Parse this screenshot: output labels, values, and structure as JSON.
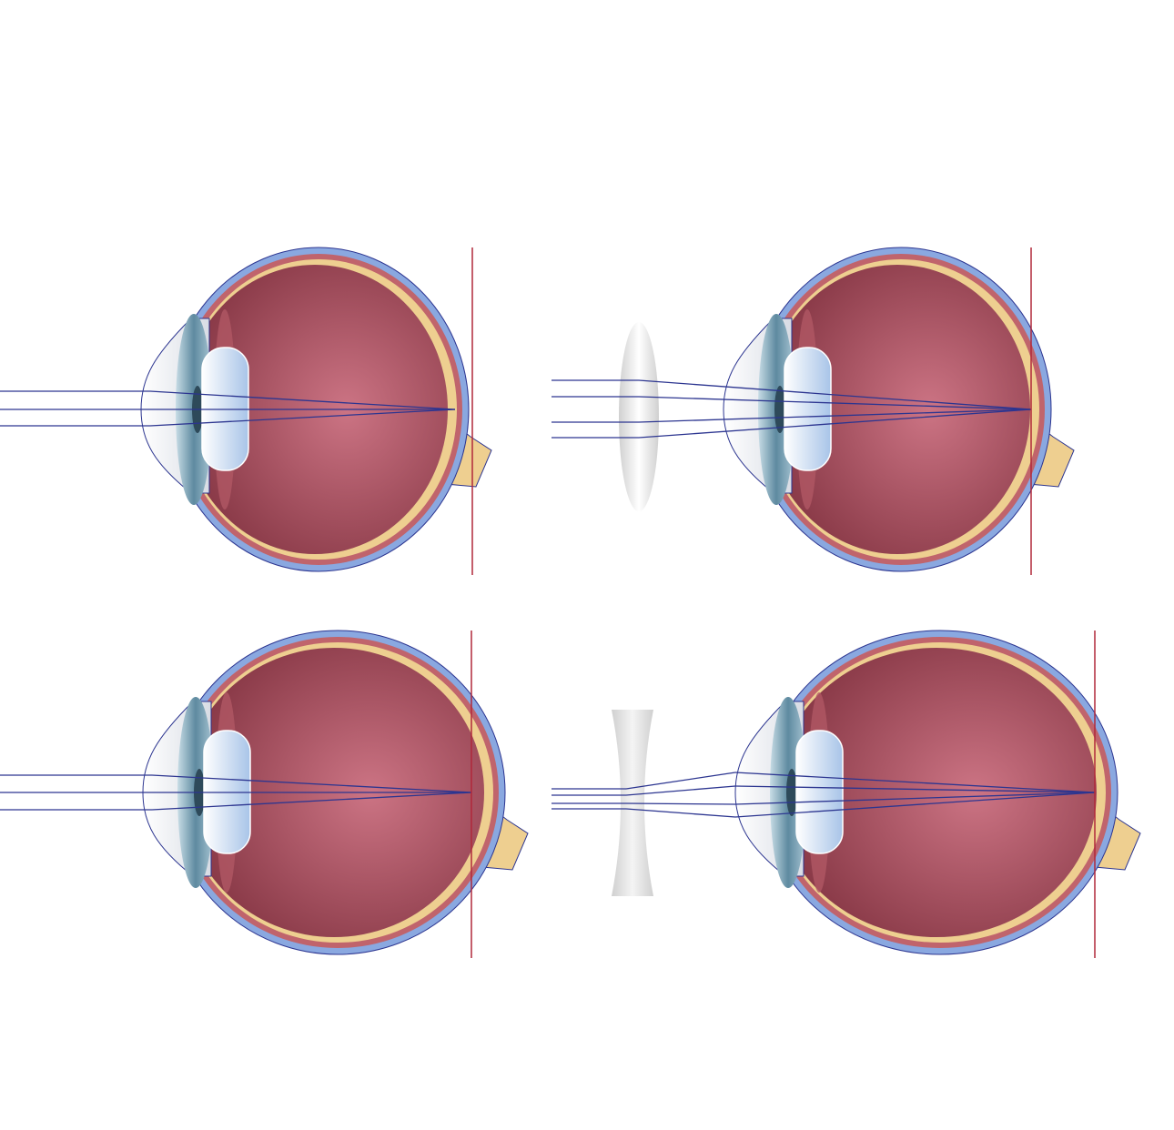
{
  "colors": {
    "sclera": "#8aa8e0",
    "outline": "#2c3590",
    "choroid": "#c0646c",
    "retina": "#eecf90",
    "vitreous_center": "#cc7484",
    "vitreous_edge": "#8a3a48",
    "iris": "#5e8aa0",
    "lens_light": "#ffffff",
    "lens_dark": "#a8c4e8",
    "ray": "#2c3590",
    "retina_marker": "#b0283a"
  },
  "panels": [
    {
      "name": "hyperopia-uncorrected"
    },
    {
      "name": "hyperopia-corrected-convex-lens"
    },
    {
      "name": "myopia-uncorrected"
    },
    {
      "name": "myopia-corrected-concave-lens"
    }
  ]
}
